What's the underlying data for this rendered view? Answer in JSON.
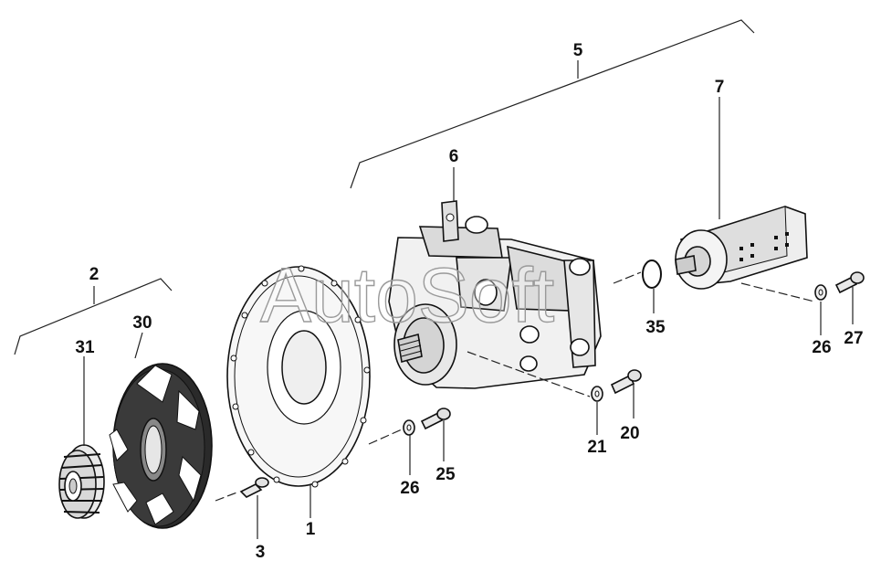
{
  "watermark": "AutoSoft",
  "callouts": [
    "1",
    "2",
    "3",
    "5",
    "6",
    "7",
    "20",
    "21",
    "25",
    "26",
    "26",
    "27",
    "30",
    "31",
    "35"
  ],
  "labels": {
    "p1": "1",
    "p2": "2",
    "p3": "3",
    "p5": "5",
    "p6": "6",
    "p7": "7",
    "p20": "20",
    "p21": "21",
    "p25": "25",
    "p26a": "26",
    "p26b": "26",
    "p27": "27",
    "p30": "30",
    "p31": "31",
    "p35": "35"
  }
}
